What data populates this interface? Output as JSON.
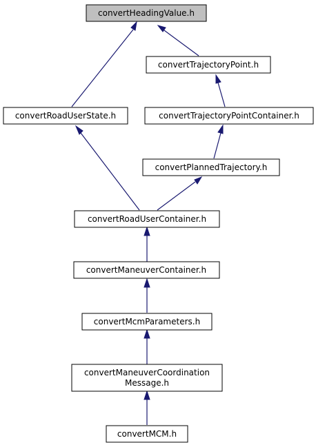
{
  "nodes": {
    "convertHeadingValue": {
      "label": "convertHeadingValue.h"
    },
    "convertTrajectoryPoint": {
      "label": "convertTrajectoryPoint.h"
    },
    "convertRoadUserState": {
      "label": "convertRoadUserState.h"
    },
    "convertTrajectoryPointContainer": {
      "label": "convertTrajectoryPointContainer.h"
    },
    "convertPlannedTrajectory": {
      "label": "convertPlannedTrajectory.h"
    },
    "convertRoadUserContainer": {
      "label": "convertRoadUserContainer.h"
    },
    "convertManeuverContainer": {
      "label": "convertManeuverContainer.h"
    },
    "convertMcmParameters": {
      "label": "convertMcmParameters.h"
    },
    "convertManeuverCoordinationMessage": {
      "label_line1": "convertManeuverCoordination",
      "label_line2": "Message.h"
    },
    "convertMCM": {
      "label": "convertMCM.h"
    }
  },
  "edges": [
    {
      "from": "convertTrajectoryPoint",
      "to": "convertHeadingValue"
    },
    {
      "from": "convertRoadUserState",
      "to": "convertHeadingValue"
    },
    {
      "from": "convertTrajectoryPointContainer",
      "to": "convertTrajectoryPoint"
    },
    {
      "from": "convertPlannedTrajectory",
      "to": "convertTrajectoryPointContainer"
    },
    {
      "from": "convertRoadUserContainer",
      "to": "convertRoadUserState"
    },
    {
      "from": "convertRoadUserContainer",
      "to": "convertPlannedTrajectory"
    },
    {
      "from": "convertManeuverContainer",
      "to": "convertRoadUserContainer"
    },
    {
      "from": "convertMcmParameters",
      "to": "convertManeuverContainer"
    },
    {
      "from": "convertManeuverCoordinationMessage",
      "to": "convertMcmParameters"
    },
    {
      "from": "convertMCM",
      "to": "convertManeuverCoordinationMessage"
    }
  ],
  "colors": {
    "root_fill": "#bfbfbf",
    "node_fill": "#ffffff",
    "edge": "#191970"
  }
}
